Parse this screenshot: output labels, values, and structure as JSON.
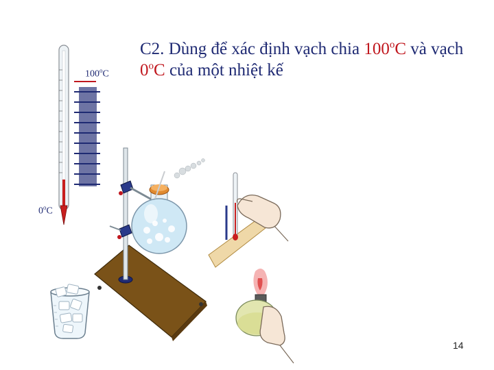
{
  "slide": {
    "title": {
      "prefix": "C2.",
      "part1": "Dùng để xác định vạch chia",
      "temp_100_num": "100",
      "temp_100_unit": "C",
      "conj": "và vạch",
      "temp_0_num": "0",
      "temp_0_unit": "C",
      "part2": "của một nhiệt kế",
      "degree_mark": "o"
    },
    "thermometer": {
      "label_100_num": "100",
      "label_100_unit": "C",
      "label_0_num": "0",
      "label_0_unit": "C",
      "degree_mark": "o"
    },
    "page_number": "14",
    "colors": {
      "title_text": "#1f2a73",
      "highlight_red": "#c0171e",
      "scale_blue": "#1f2a73",
      "board_brown": "#7a5218"
    },
    "illustrations": [
      "thermometer-with-scale",
      "ice-beaker",
      "retort-stand",
      "boiling-flask",
      "thermometer-in-hand",
      "wooden-board",
      "alcohol-burner-in-hand"
    ]
  }
}
